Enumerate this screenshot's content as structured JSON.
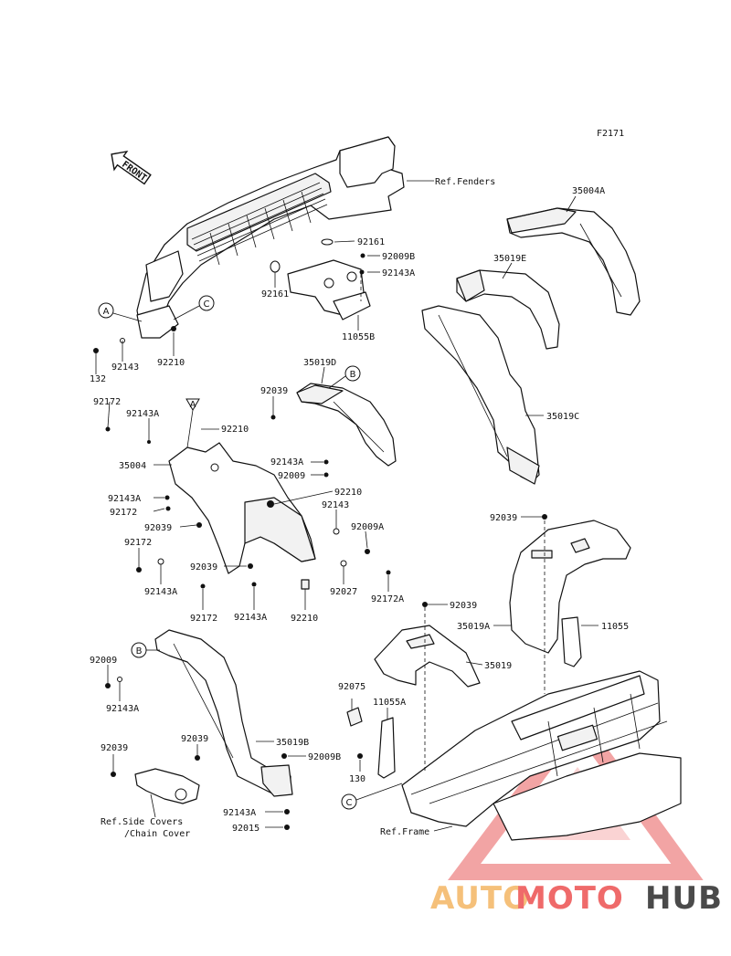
{
  "figure_id": "F2171",
  "direction_label": "FRONT",
  "callouts": {
    "a": "A",
    "b": "B",
    "c": "C"
  },
  "refs": {
    "fenders": "Ref.Fenders",
    "side_covers": "Ref.Side Covers",
    "chain_cover": "/Chain Cover",
    "frame": "Ref.Frame"
  },
  "parts": {
    "p35004A": "35004A",
    "p35019E": "35019E",
    "p35019C": "35019C",
    "p35019D": "35019D",
    "p35004": "35004",
    "p35019A": "35019A",
    "p35019": "35019",
    "p35019B": "35019B",
    "p11055": "11055",
    "p11055A": "11055A",
    "p11055B": "11055B",
    "p92161a": "92161",
    "p92161b": "92161",
    "p92009B_top": "92009B",
    "p92143A_top": "92143A",
    "p132": "132",
    "p92143_top": "92143",
    "p92210_top": "92210",
    "p92039_a": "92039",
    "p92172_a": "92172",
    "p92143A_a": "92143A",
    "p92210_a": "92210",
    "p92143A_b": "92143A",
    "p92009_a": "92009",
    "p92210_b": "92210",
    "p92143A_c": "92143A",
    "p92172_b": "92172",
    "p92039_b": "92039",
    "p92143_b": "92143",
    "p92009A": "92009A",
    "p92172_c": "92172",
    "p92039_c": "92039",
    "p92143A_d": "92143A",
    "p92027": "92027",
    "p92172A": "92172A",
    "p92172_d": "92172",
    "p92143A_e": "92143A",
    "p92210_c": "92210",
    "p92039_d": "92039",
    "p92039_e": "92039",
    "p92009_b": "92009",
    "p92143A_f": "92143A",
    "p92039_f": "92039",
    "p92039_g": "92039",
    "p92009B_b": "92009B",
    "p92143A_g": "92143A",
    "p92015": "92015",
    "p92075": "92075",
    "p130": "130"
  },
  "watermark": {
    "part1": "AUTO",
    "part2": "MOTO",
    "part3": "HUB",
    "color1": "#f5c07a",
    "color2": "#ef6a6a",
    "color3": "#4a4a4a"
  }
}
